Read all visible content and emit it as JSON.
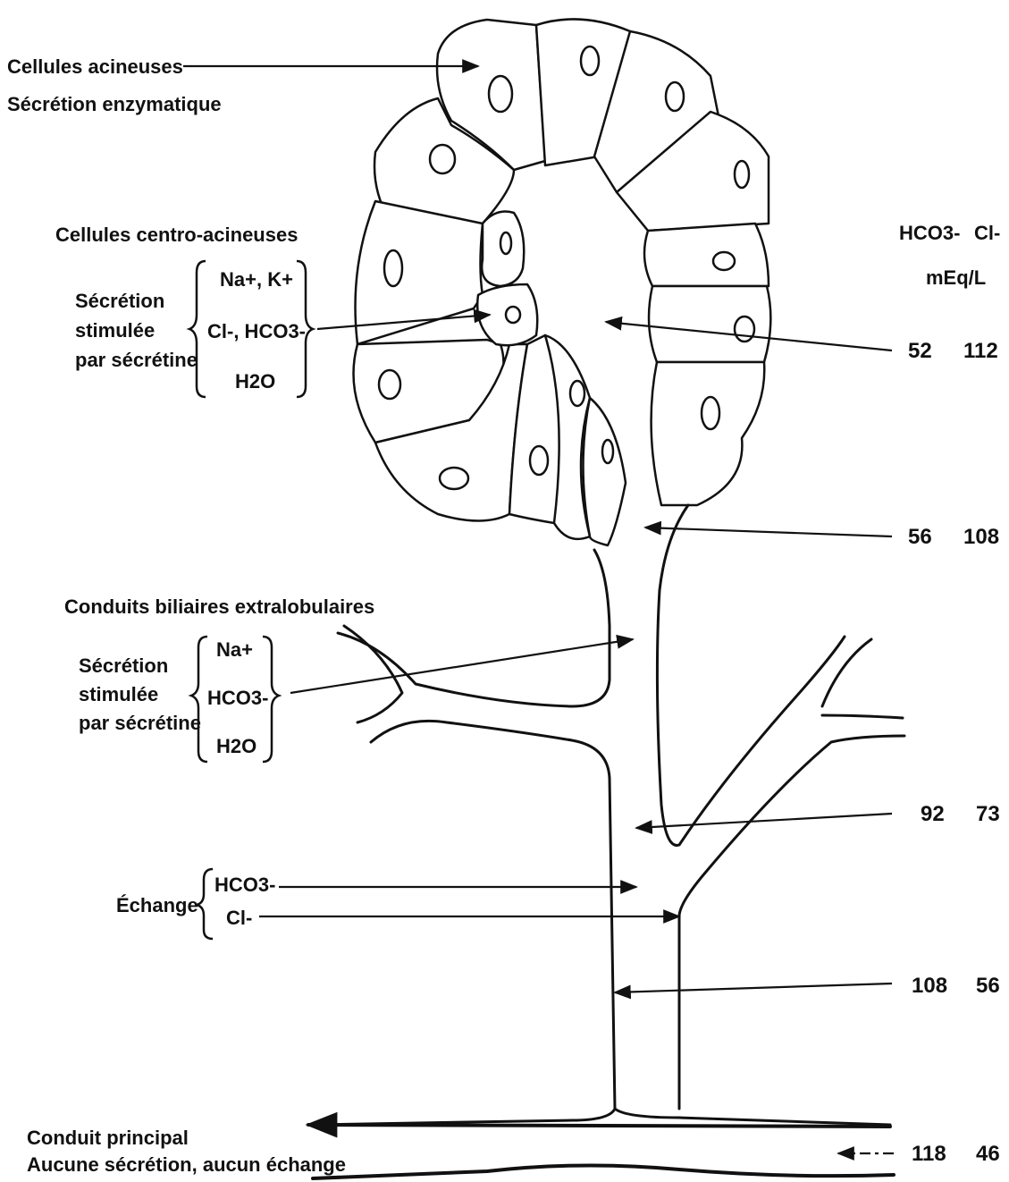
{
  "labels": {
    "acinar_title": "Cellules acineuses",
    "acinar_sub": "Sécrétion enzymatique",
    "centro_title": "Cellules centro-acineuses",
    "centro_desc": [
      "Sécrétion",
      "stimulée",
      "par sécrétine"
    ],
    "centro_ions": {
      "na_k": "Na+, K+",
      "cl_hco3": "Cl-, HCO3-",
      "water": "H2O"
    },
    "extra_title": "Conduits biliaires extralobulaires",
    "extra_desc": [
      "Sécrétion",
      "stimulée",
      "par sécrétine"
    ],
    "extra_ions": {
      "na": "Na+",
      "hco3": "HCO3-",
      "water": "H2O"
    },
    "exchange": {
      "label": "Échange",
      "hco3": "HCO3-",
      "cl": "Cl-"
    },
    "main_duct_title": "Conduit principal",
    "main_duct_sub": "Aucune sécrétion, aucun échange"
  },
  "table": {
    "col_hco3": "HCO3-",
    "col_cl": "Cl-",
    "unit": "mEq/L",
    "rows": [
      {
        "hco3": "52",
        "cl": "112"
      },
      {
        "hco3": "56",
        "cl": "108"
      },
      {
        "hco3": "92",
        "cl": "73"
      },
      {
        "hco3": "108",
        "cl": "56"
      },
      {
        "hco3": "118",
        "cl": "46"
      }
    ]
  }
}
